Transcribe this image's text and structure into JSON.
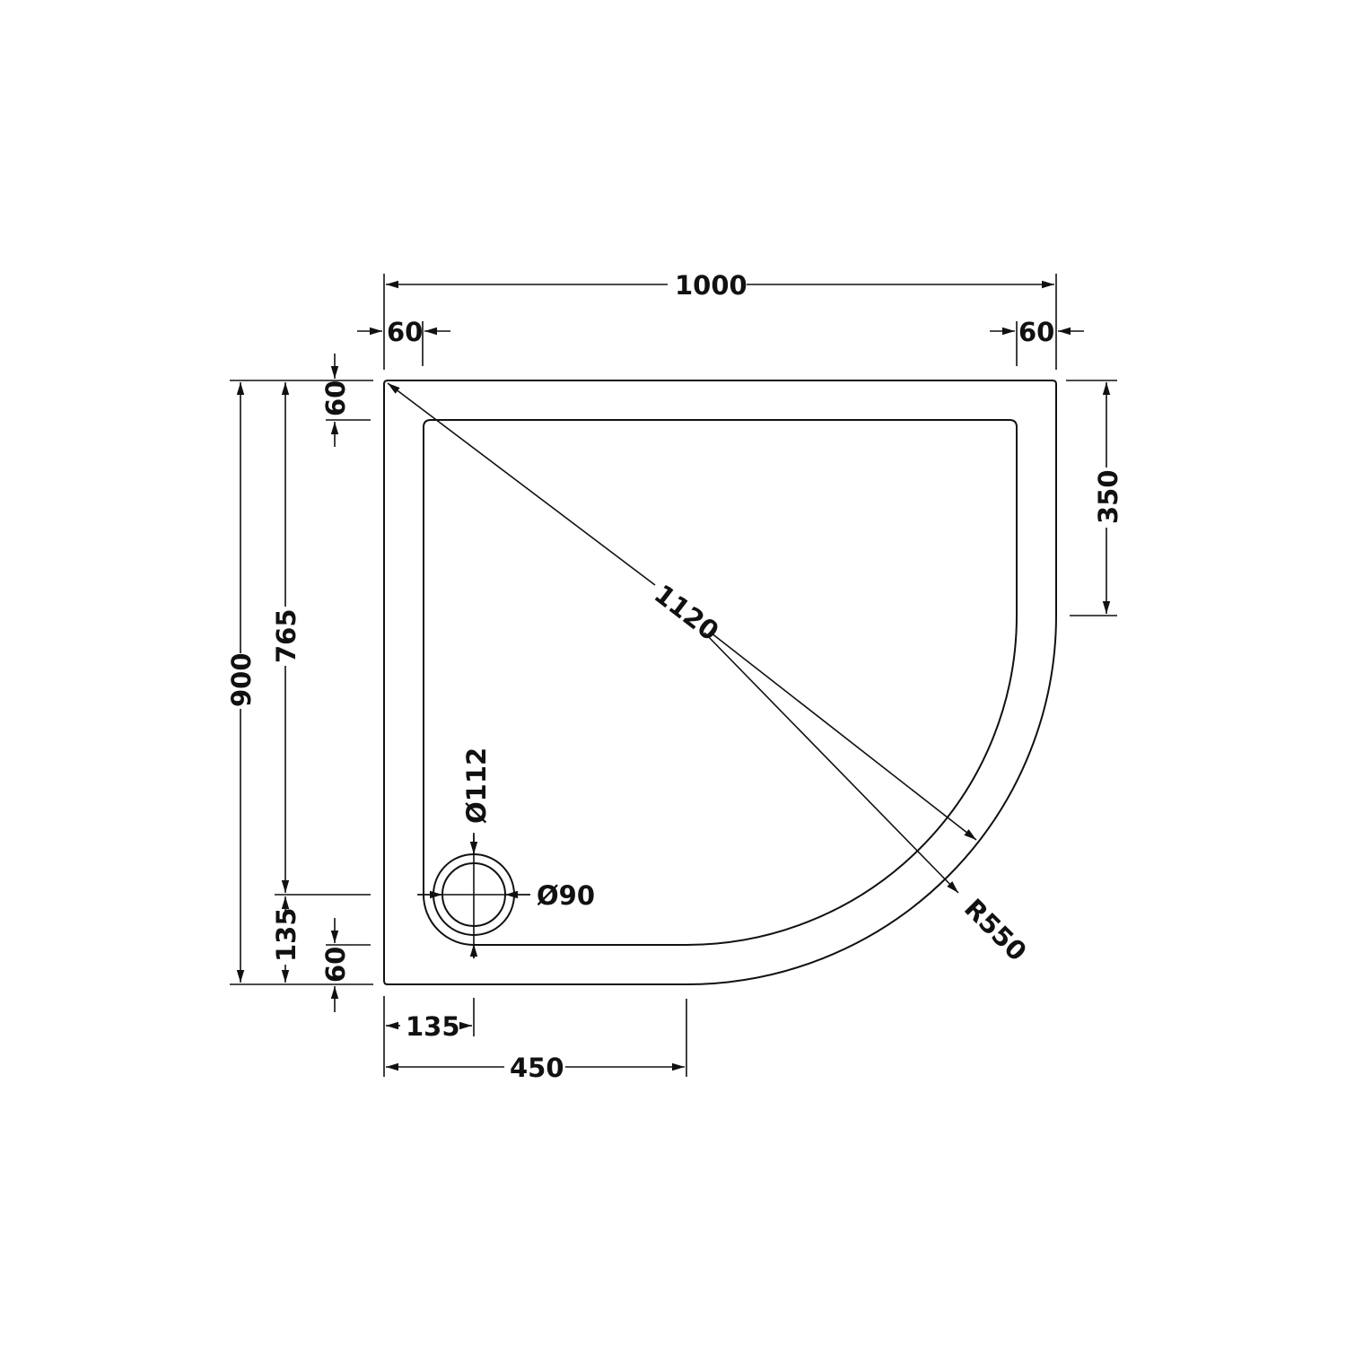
{
  "drawing": {
    "subject": "Offset quadrant shower tray plan view",
    "line_color": "#111111",
    "background": "#ffffff"
  },
  "dimensions": {
    "overall_width": "1000",
    "overall_depth": "900",
    "left_rim_width": "60",
    "right_rim_width": "60",
    "top_rim_depth": "60",
    "bottom_rim_depth": "60",
    "inner_depth_to_waste": "765",
    "waste_from_bottom": "135",
    "waste_from_left": "135",
    "straight_bottom_length": "450",
    "straight_right_length": "350",
    "diagonal": "1120",
    "radius": "R550",
    "waste_outer_diameter": "Ø112",
    "waste_inner_diameter": "Ø90"
  }
}
